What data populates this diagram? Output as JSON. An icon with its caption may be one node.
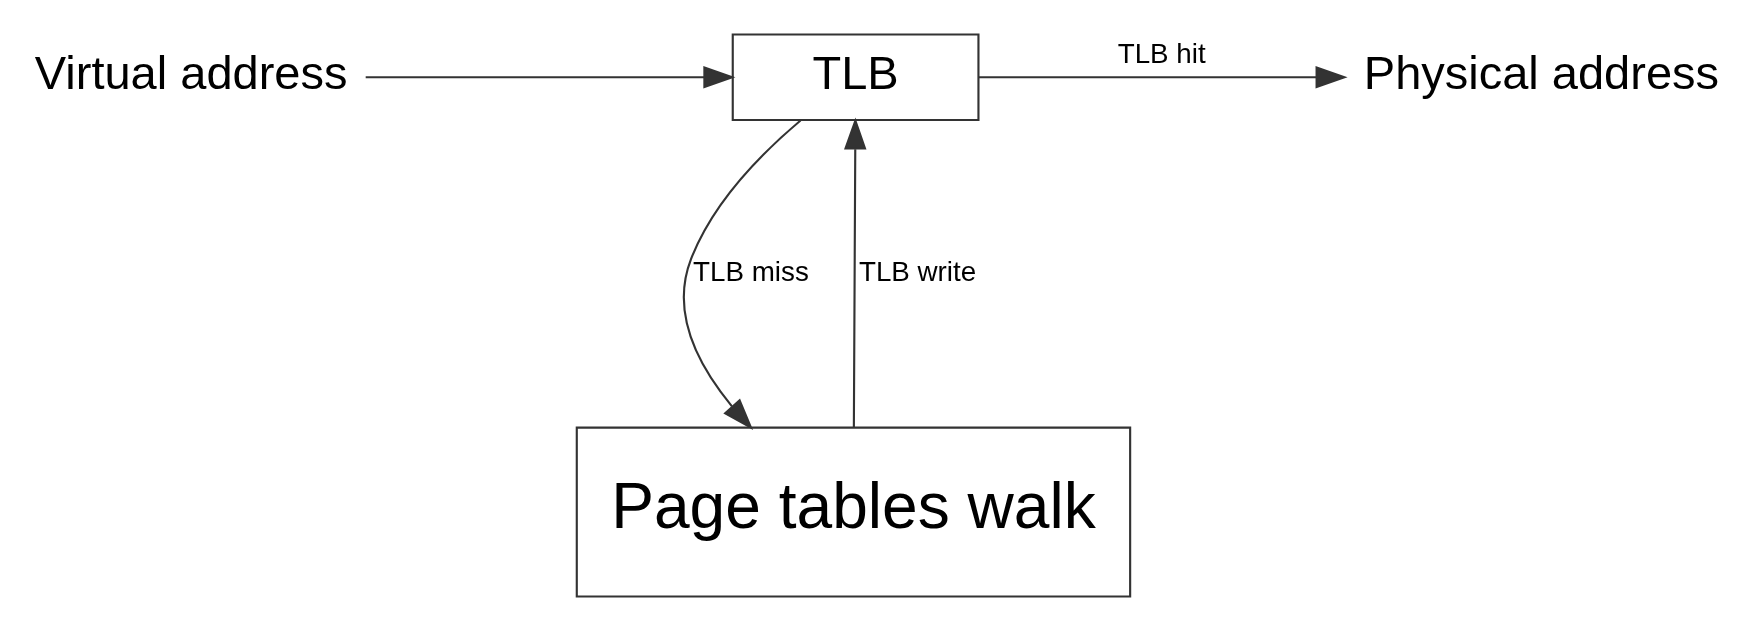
{
  "diagram": {
    "nodes": [
      {
        "text": [
          "Virtual address"
        ]
      },
      {
        "text": [
          "TLB"
        ]
      },
      {
        "text": [
          "Physical address"
        ]
      },
      {
        "text": [
          "Page tables walk"
        ]
      }
    ],
    "edges": [
      {
        "from": 0,
        "to": 1,
        "arrow": "to"
      },
      {
        "from": 1,
        "to": 2,
        "arrow": "to",
        "label": "TLB hit"
      },
      {
        "from": 3,
        "to": 1,
        "arrow": "to",
        "label": "TLB write"
      },
      {
        "from": 1,
        "to": 3,
        "arrow": "to",
        "label": "TLB miss"
      }
    ]
  }
}
